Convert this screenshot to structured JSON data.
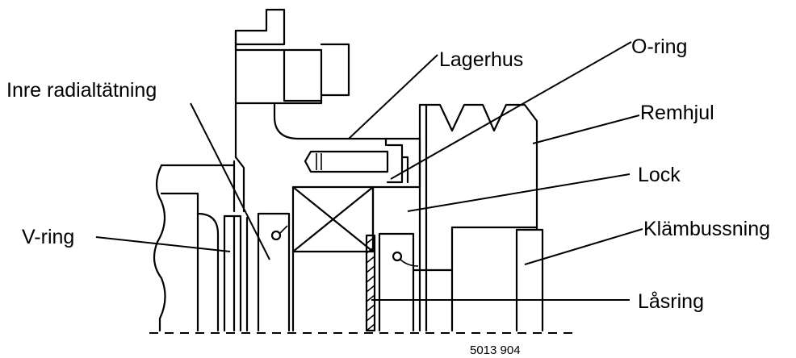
{
  "labels": {
    "lagerhus": "Lagerhus",
    "o_ring": "O-ring",
    "inre_radialtatning": "Inre radialtätning",
    "remhjul": "Remhjul",
    "lock": "Lock",
    "v_ring": "V-ring",
    "klambussning": "Klämbussning",
    "lasring": "Låsring"
  },
  "figure_code": "5013 904"
}
